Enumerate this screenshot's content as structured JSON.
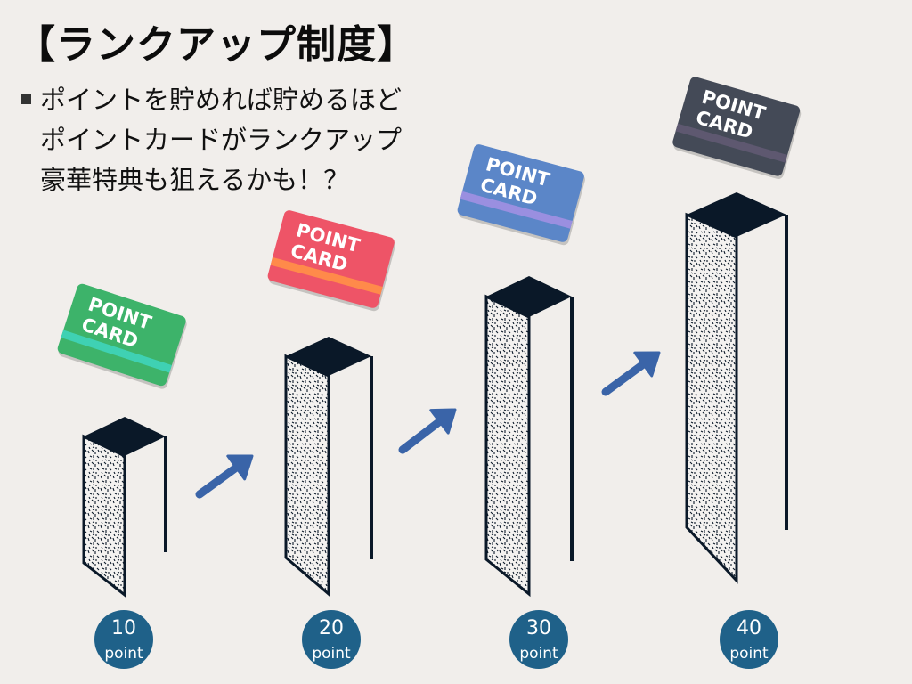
{
  "title": "【ランクアップ制度】",
  "bullets": [
    "ポイントを貯めれば貯めるほど",
    "ポイントカードがランクアップ",
    "豪華特典も狙えるかも！？"
  ],
  "card_text": [
    "POINT",
    "CARD"
  ],
  "levels": [
    {
      "value": "10",
      "unit": "point",
      "card_color": "#3db36a",
      "stripe_color": "#3fd1b3"
    },
    {
      "value": "20",
      "unit": "point",
      "card_color": "#ee5467",
      "stripe_color": "#ff8a4a"
    },
    {
      "value": "30",
      "unit": "point",
      "card_color": "#5b86c8",
      "stripe_color": "#9a8fe0"
    },
    {
      "value": "40",
      "unit": "point",
      "card_color": "#444a57",
      "stripe_color": "#5e5870"
    }
  ],
  "colors": {
    "badge": "#1f6189",
    "arrow": "#3a64a8",
    "pillar": "#0a1828"
  }
}
